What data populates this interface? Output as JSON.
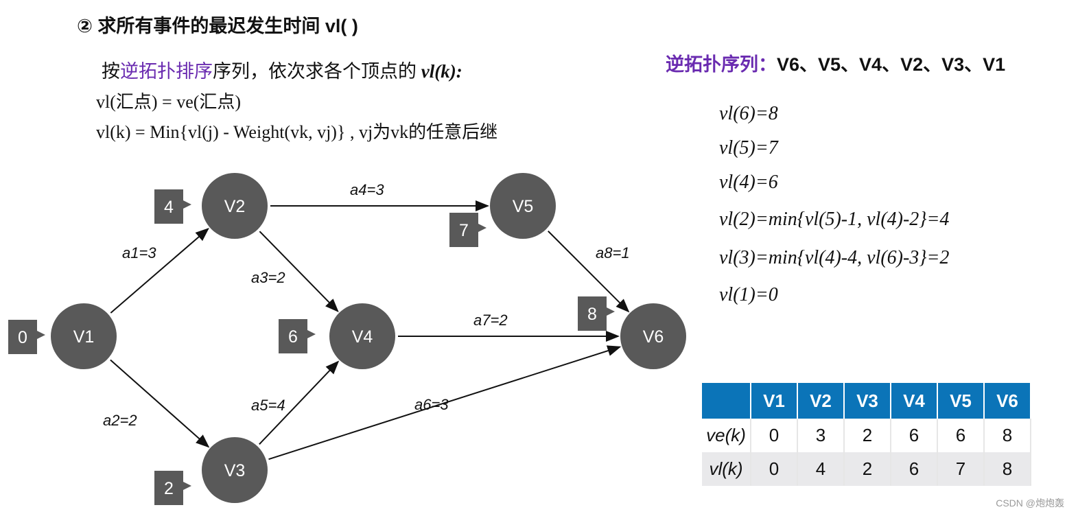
{
  "title": "② 求所有事件的最迟发生时间 vl( )",
  "intro": {
    "prefix": "按",
    "highlight": "逆拓扑排序",
    "suffix": "序列，依次求各个顶点的 ",
    "vlk": "vl(k):"
  },
  "formula1": "vl(汇点) = ve(汇点)",
  "formula2": "vl(k) = Min{vl(j) - Weight(vk, vj)} , vj为vk的任意后继",
  "sequence": {
    "label": "逆拓扑序列：",
    "value": "V6、V5、V4、V2、V3、V1"
  },
  "vl_steps": [
    "vl(6)=8",
    "vl(5)=7",
    "vl(4)=6",
    "vl(2)=min{vl(5)-1, vl(4)-2}=4",
    "vl(3)=min{vl(4)-4, vl(6)-3}=2",
    "vl(1)=0"
  ],
  "graph": {
    "nodes": [
      "V1",
      "V2",
      "V3",
      "V4",
      "V5",
      "V6"
    ],
    "vl_tags": {
      "V1": "0",
      "V2": "4",
      "V3": "2",
      "V4": "6",
      "V5": "7",
      "V6": "8"
    },
    "edges": [
      {
        "label": "a1=3",
        "from": "V1",
        "to": "V2"
      },
      {
        "label": "a2=2",
        "from": "V1",
        "to": "V3"
      },
      {
        "label": "a3=2",
        "from": "V2",
        "to": "V4"
      },
      {
        "label": "a4=3",
        "from": "V2",
        "to": "V5"
      },
      {
        "label": "a5=4",
        "from": "V3",
        "to": "V4"
      },
      {
        "label": "a6=3",
        "from": "V3",
        "to": "V6"
      },
      {
        "label": "a7=2",
        "from": "V4",
        "to": "V6"
      },
      {
        "label": "a8=1",
        "from": "V5",
        "to": "V6"
      }
    ],
    "node_color": "#595959"
  },
  "table": {
    "headers": [
      "",
      "V1",
      "V2",
      "V3",
      "V4",
      "V5",
      "V6"
    ],
    "rows": [
      {
        "label": "ve(k)",
        "values": [
          "0",
          "3",
          "2",
          "6",
          "6",
          "8"
        ]
      },
      {
        "label": "vl(k)",
        "values": [
          "0",
          "4",
          "2",
          "6",
          "7",
          "8"
        ]
      }
    ],
    "header_color": "#0b74b8"
  },
  "watermark": "CSDN @炮炮轰"
}
